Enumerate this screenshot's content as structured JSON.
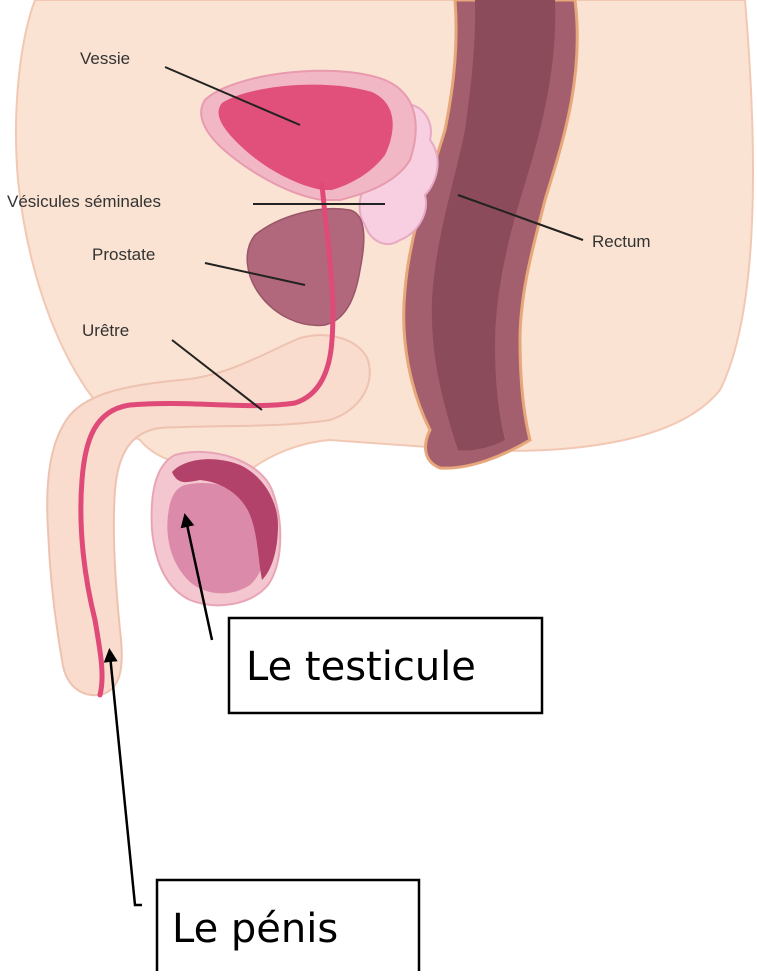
{
  "labels": {
    "vessie": "Vessie",
    "vesicules": "Vésicules séminales",
    "prostate": "Prostate",
    "uretre": "Urêtre",
    "rectum": "Rectum"
  },
  "callouts": {
    "testicule": "Le testicule",
    "penis": "Le pénis"
  },
  "colors": {
    "skin": "#fae3d2",
    "skin_outline": "#f2c8b4",
    "bladder": "#e0507a",
    "bladder_wall": "#f2b7c5",
    "prostate": "#b1677c",
    "vesicles": "#f7cfe0",
    "rectum": "#a35f6d",
    "rectum_inner": "#8c4b5a",
    "urethra": "#df4a78",
    "penis": "#f9dccd",
    "testicle": "#dc8aa9",
    "epididymis": "#b3426a"
  }
}
